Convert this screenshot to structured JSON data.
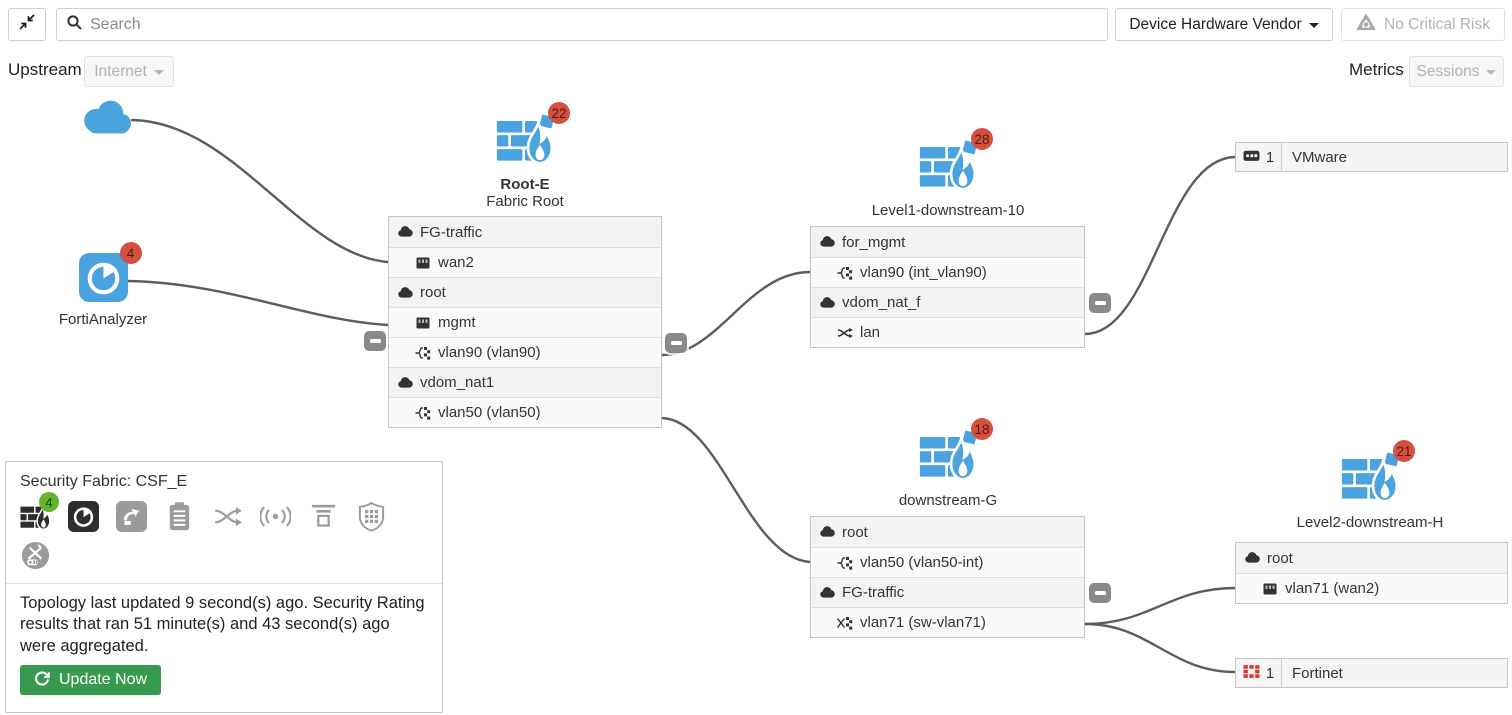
{
  "topbar": {
    "search_placeholder": "Search",
    "vendor_dropdown_label": "Device Hardware Vendor",
    "risk_button_label": "No Critical Risk"
  },
  "toolbar": {
    "upstream_label": "Upstream",
    "upstream_value": "Internet",
    "metrics_label": "Metrics",
    "metrics_value": "Sessions"
  },
  "colors": {
    "accent_blue": "#4aa3df",
    "badge_red": "#d5503e",
    "badge_green": "#64b32c",
    "button_green": "#379a4e",
    "fortinet_red": "#d7372f",
    "link_gray": "#5d5d5d"
  },
  "nodes": {
    "internet": {
      "icon": "cloud"
    },
    "fortianalyzer": {
      "label": "FortiAnalyzer",
      "badge": "4"
    },
    "root": {
      "label": "Root-E",
      "sublabel": "Fabric Root",
      "badge": "22",
      "rows": [
        {
          "icon": "vdom",
          "label": "FG-traffic"
        },
        {
          "icon": "port",
          "label": "wan2",
          "indent": true
        },
        {
          "icon": "vdom",
          "label": "root"
        },
        {
          "icon": "port",
          "label": "mgmt",
          "indent": true
        },
        {
          "icon": "vlan",
          "label": "vlan90 (vlan90)",
          "indent": true
        },
        {
          "icon": "vdom",
          "label": "vdom_nat1"
        },
        {
          "icon": "vlan",
          "label": "vlan50 (vlan50)",
          "indent": true
        }
      ]
    },
    "level1": {
      "label": "Level1-downstream-10",
      "badge": "28",
      "rows": [
        {
          "icon": "vdom",
          "label": "for_mgmt"
        },
        {
          "icon": "vlan",
          "label": "vlan90 (int_vlan90)",
          "indent": true
        },
        {
          "icon": "vdom",
          "label": "vdom_nat_f"
        },
        {
          "icon": "softswitch",
          "label": "lan",
          "indent": true
        }
      ]
    },
    "downstreamG": {
      "label": "downstream-G",
      "badge": "18",
      "rows": [
        {
          "icon": "vdom",
          "label": "root"
        },
        {
          "icon": "vlan",
          "label": "vlan50 (vlan50-int)",
          "indent": true
        },
        {
          "icon": "vdom",
          "label": "FG-traffic"
        },
        {
          "icon": "swvlan",
          "label": "vlan71 (sw-vlan71)",
          "indent": true
        }
      ]
    },
    "level2": {
      "label": "Level2-downstream-H",
      "badge": "21",
      "rows": [
        {
          "icon": "vdom",
          "label": "root"
        },
        {
          "icon": "port",
          "label": "vlan71 (wan2)",
          "indent": true
        }
      ]
    },
    "vmware": {
      "count": "1",
      "label": "VMware",
      "icon": "vm"
    },
    "fortinet": {
      "count": "1",
      "label": "Fortinet",
      "icon": "fortinet"
    }
  },
  "fabric_panel": {
    "title": "Security Fabric: CSF_E",
    "fortigate_badge": "4",
    "icons_row1": [
      "fortigate",
      "fortianalyzer-dark",
      "fortisandbox",
      "clipboard",
      "shuffle",
      "fortiap",
      "fortiswitch",
      "ems-shield"
    ],
    "icons_row2": [
      "extender"
    ],
    "status_text": "Topology last updated 9 second(s) ago. Security Rating results that ran 51 minute(s) and 43 second(s) ago were aggregated.",
    "update_button_label": "Update Now"
  }
}
